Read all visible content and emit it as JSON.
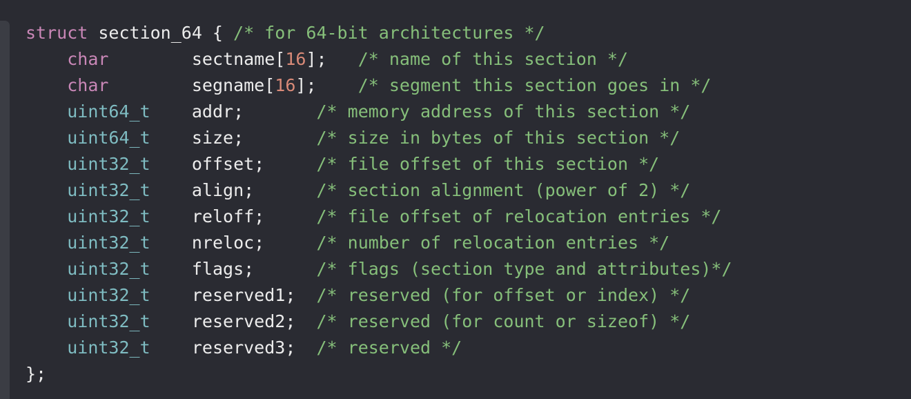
{
  "editor": {
    "background": "#2a2b32",
    "colors": {
      "keyword": "#c987b7",
      "type": "#7fbcc2",
      "number": "#d98a78",
      "comment": "#86bf7a",
      "text": "#ececec"
    },
    "header": {
      "keyword": "struct",
      "name": " section_64 { ",
      "comment": "/* for 64-bit architectures */"
    },
    "fields": [
      {
        "type": "char",
        "pad1": "        ",
        "name": "sectname[",
        "number": "16",
        "close": "];",
        "pad2": "   ",
        "comment": "/* name of this section */"
      },
      {
        "type": "char",
        "pad1": "        ",
        "name": "segname[",
        "number": "16",
        "close": "];",
        "pad2": "    ",
        "comment": "/* segment this section goes in */"
      },
      {
        "type": "uint64_t",
        "pad1": "    ",
        "name": "addr;",
        "pad2": "       ",
        "comment": "/* memory address of this section */"
      },
      {
        "type": "uint64_t",
        "pad1": "    ",
        "name": "size;",
        "pad2": "       ",
        "comment": "/* size in bytes of this section */"
      },
      {
        "type": "uint32_t",
        "pad1": "    ",
        "name": "offset;",
        "pad2": "     ",
        "comment": "/* file offset of this section */"
      },
      {
        "type": "uint32_t",
        "pad1": "    ",
        "name": "align;",
        "pad2": "      ",
        "comment": "/* section alignment (power of 2) */"
      },
      {
        "type": "uint32_t",
        "pad1": "    ",
        "name": "reloff;",
        "pad2": "     ",
        "comment": "/* file offset of relocation entries */"
      },
      {
        "type": "uint32_t",
        "pad1": "    ",
        "name": "nreloc;",
        "pad2": "     ",
        "comment": "/* number of relocation entries */"
      },
      {
        "type": "uint32_t",
        "pad1": "    ",
        "name": "flags;",
        "pad2": "      ",
        "comment": "/* flags (section type and attributes)*/"
      },
      {
        "type": "uint32_t",
        "pad1": "    ",
        "name": "reserved1;",
        "pad2": "  ",
        "comment": "/* reserved (for offset or index) */"
      },
      {
        "type": "uint32_t",
        "pad1": "    ",
        "name": "reserved2;",
        "pad2": "  ",
        "comment": "/* reserved (for count or sizeof) */"
      },
      {
        "type": "uint32_t",
        "pad1": "    ",
        "name": "reserved3;",
        "pad2": "  ",
        "comment": "/* reserved */"
      }
    ],
    "footer": "};"
  }
}
